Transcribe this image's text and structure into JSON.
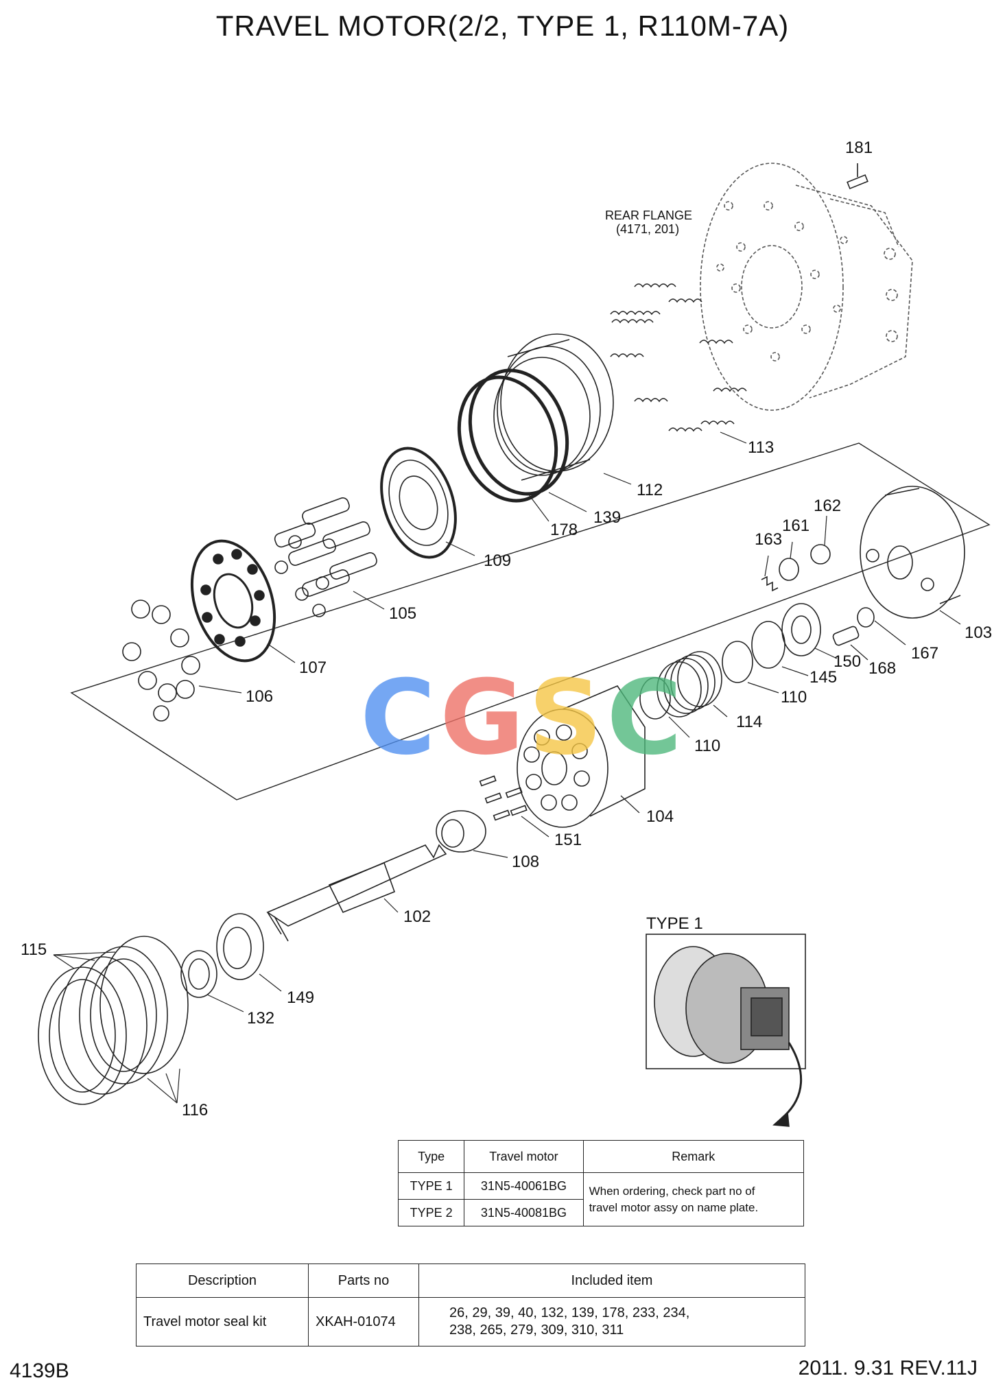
{
  "title": "TRAVEL MOTOR(2/2, TYPE 1, R110M-7A)",
  "rear_flange": {
    "line1": "REAR FLANGE",
    "line2": "(4171, 201)"
  },
  "callouts": {
    "p181": "181",
    "p113": "113",
    "p112": "112",
    "p139": "139",
    "p178": "178",
    "p109": "109",
    "p105": "105",
    "p107": "107",
    "p106": "106",
    "p162": "162",
    "p161": "161",
    "p163": "163",
    "p103": "103",
    "p167": "167",
    "p168": "168",
    "p150": "150",
    "p145": "145",
    "p110a": "110",
    "p114": "114",
    "p110b": "110",
    "p104": "104",
    "p151": "151",
    "p108": "108",
    "p102": "102",
    "p149": "149",
    "p132": "132",
    "p115": "115",
    "p116": "116"
  },
  "inset_label": "TYPE 1",
  "watermark": {
    "letters": [
      "C",
      "G",
      "S",
      "C"
    ],
    "colors": [
      "#4f8ff0",
      "#ee6f65",
      "#f5c542",
      "#4cb77a"
    ]
  },
  "type_table": {
    "headers": [
      "Type",
      "Travel motor",
      "Remark"
    ],
    "rows": [
      {
        "type": "TYPE 1",
        "motor": "31N5-40061BG"
      },
      {
        "type": "TYPE 2",
        "motor": "31N5-40081BG"
      }
    ],
    "remark_line1": "When ordering, check part no of",
    "remark_line2": "travel motor assy on name plate."
  },
  "kit_table": {
    "headers": [
      "Description",
      "Parts no",
      "Included item"
    ],
    "description": "Travel motor seal kit",
    "parts_no": "XKAH-01074",
    "included_line1": "26, 29, 39, 40, 132, 139, 178, 233, 234,",
    "included_line2": "238, 265, 279, 309, 310, 311"
  },
  "footer": {
    "left": "4139B",
    "right": "2011. 9.31  REV.11J"
  }
}
